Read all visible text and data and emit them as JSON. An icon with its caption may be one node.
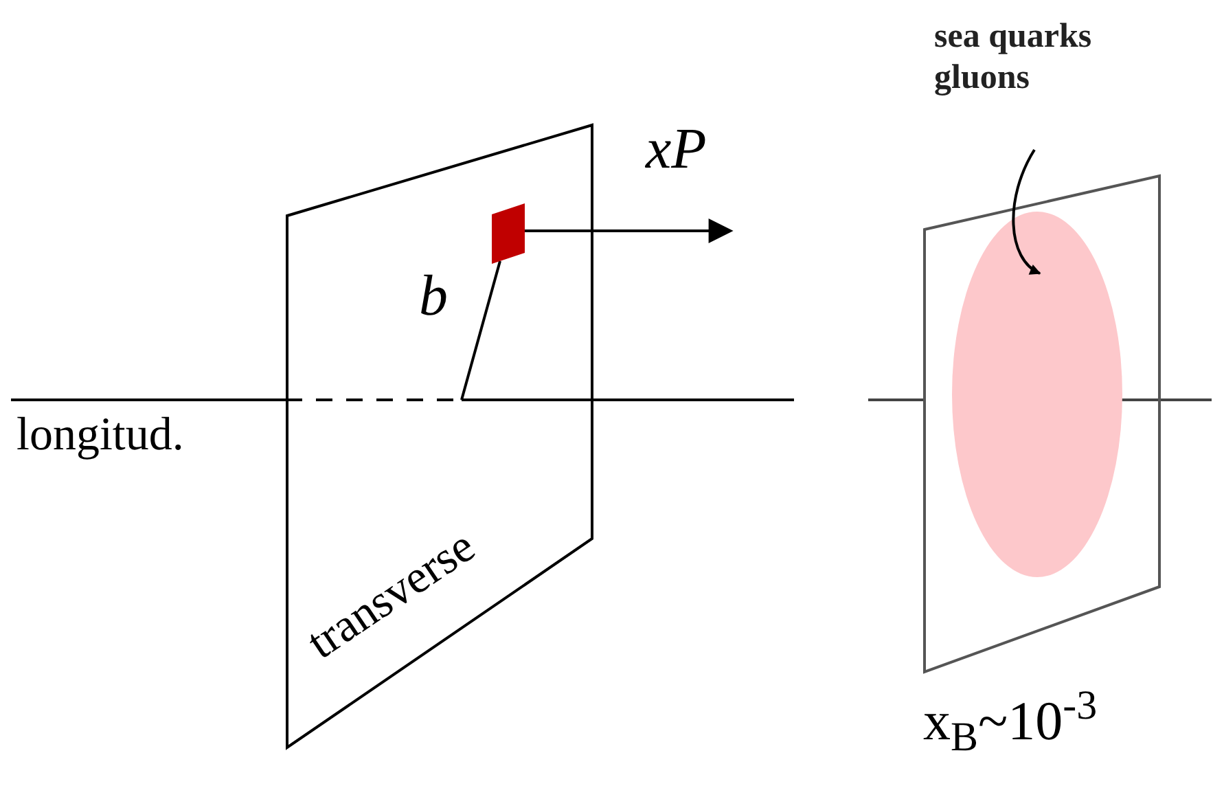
{
  "diagram": {
    "nodes": [
      {
        "text": [
          "transverse"
        ]
      },
      {
        "text": [],
        "shape": "box",
        "in": 0
      },
      {
        "text": [
          "sea quarks gluons"
        ]
      },
      {
        "text": [],
        "shape": "box"
      },
      {
        "text": [],
        "shape": "ellipse",
        "in": 3
      }
    ],
    "edges": [
      {
        "from": 1,
        "to": null,
        "arrow": "to",
        "label": "xP"
      },
      {
        "from": 2,
        "to": 4,
        "arrow": "to"
      }
    ],
    "labels": [
      "longitud.",
      "b",
      "x$_{B}$~10$^{-3}$"
    ]
  }
}
